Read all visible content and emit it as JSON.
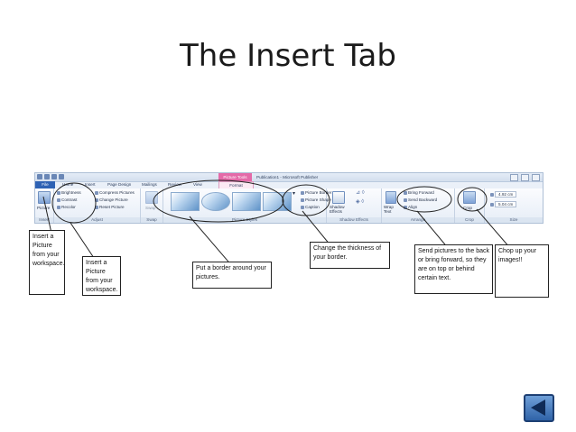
{
  "slide": {
    "title": "The Insert Tab"
  },
  "ribbon": {
    "window_title": "Publication1 - Microsoft Publisher",
    "context_tab": "Picture Tools",
    "tabs": [
      "File",
      "Home",
      "Insert",
      "Page Design",
      "Mailings",
      "Review",
      "View",
      "Format"
    ],
    "groups": {
      "insert": {
        "label": "Insert",
        "button": "Picture"
      },
      "adjust": {
        "label": "Adjust",
        "items": [
          "Brightness",
          "Contrast",
          "Recolor"
        ],
        "items2": [
          "Compress Pictures",
          "Change Picture",
          "Reset Picture"
        ]
      },
      "swap": {
        "label": "Swap",
        "button": "Swap"
      },
      "picture_styles": {
        "label": "Picture Styles",
        "items": [
          "Picture Border",
          "Picture Shape",
          "Caption"
        ]
      },
      "shadow_effects": {
        "label": "Shadow Effects",
        "button": "Shadow Effects"
      },
      "arrange": {
        "label": "Arrange",
        "wrap": "Wrap Text",
        "items": [
          "Bring Forward",
          "Send Backward",
          "Align"
        ]
      },
      "crop": {
        "label": "Crop",
        "button": "Crop"
      },
      "size": {
        "label": "Size",
        "height": "4.92 cm",
        "width": "5.04 cm"
      }
    }
  },
  "callouts": {
    "c1": "Insert a Picture from your workspace.",
    "c2": "Insert a Picture from your workspace.",
    "c3": "Put a border around your pictures.",
    "c4": "Change the thickness of your border.",
    "c5": "Send pictures to the back or bring forward, so they are on top or behind certain text.",
    "c6": "Chop up your images!!"
  },
  "colors": {
    "file_tab": "#2e62b4",
    "context_tab": "#e46aa8",
    "nav_button": "#2f63a8"
  }
}
